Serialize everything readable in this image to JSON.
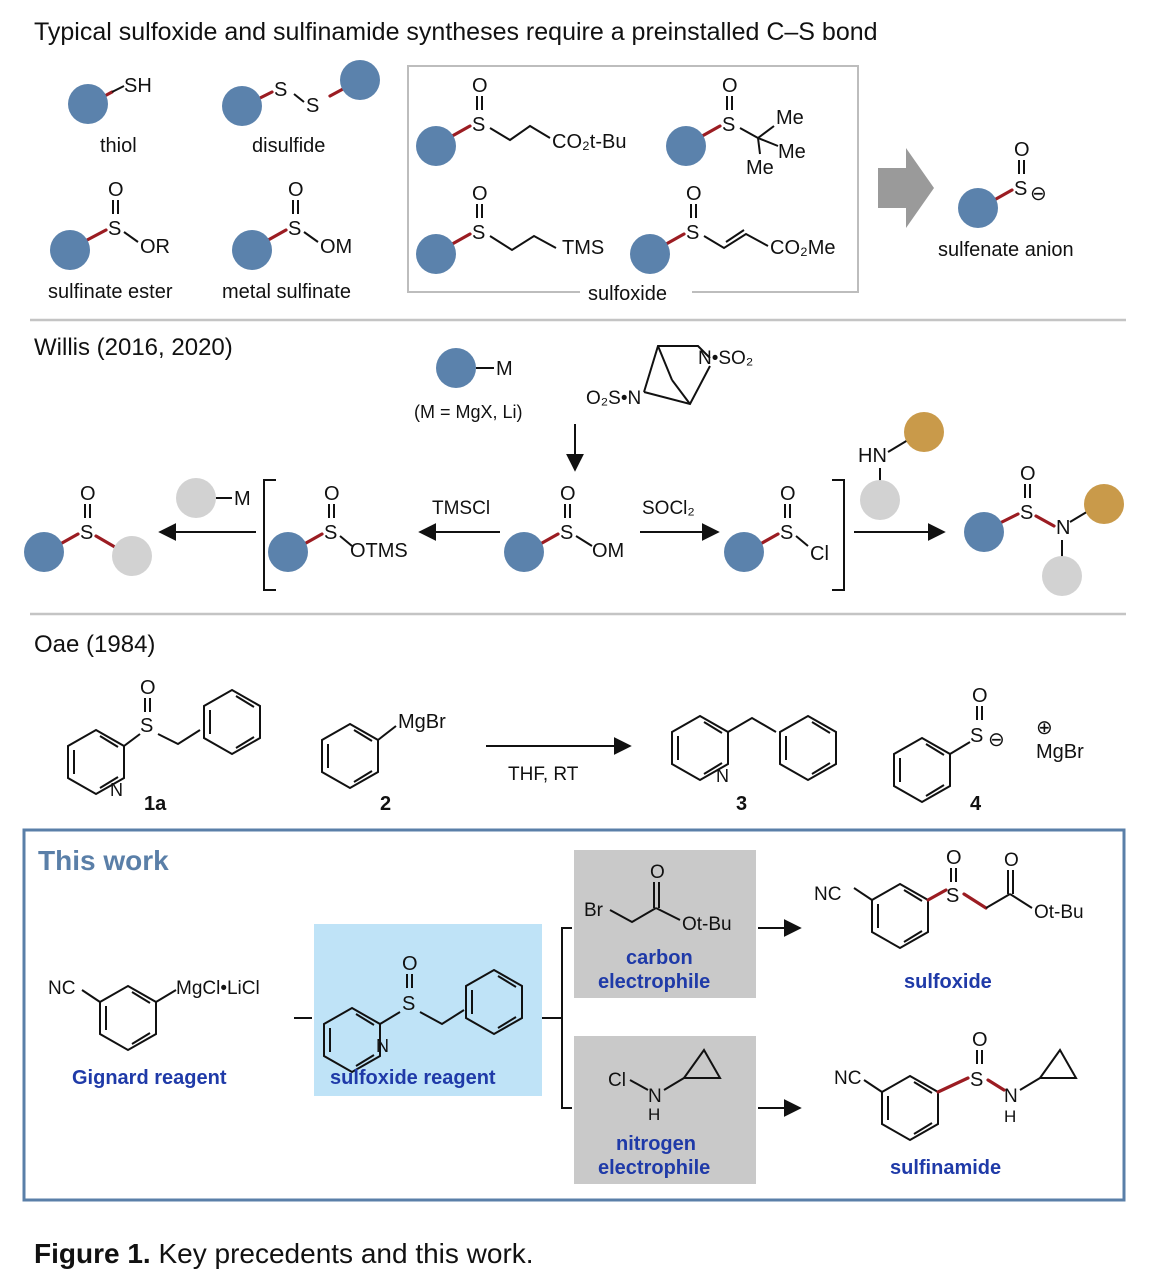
{
  "header": {
    "title": "Typical sulfoxide and sulfinamide syntheses require a preinstalled C–S bond"
  },
  "top": {
    "thiol": {
      "group": "SH",
      "label": "thiol"
    },
    "disulfide": {
      "s": "S",
      "label": "disulfide"
    },
    "sulfinate_ester": {
      "o": "O",
      "s": "S",
      "group": "OR",
      "label": "sulfinate ester"
    },
    "metal_sulfinate": {
      "o": "O",
      "s": "S",
      "group": "OM",
      "label": "metal sulfinate"
    },
    "sulfoxide_box": {
      "label": "sulfoxide",
      "o": "O",
      "s": "S",
      "ester1": "CO₂t-Bu",
      "me": "Me",
      "tms": "TMS",
      "ester2": "CO₂Me"
    },
    "sulfenate": {
      "o": "O",
      "s": "S",
      "charge": "⊖",
      "label": "sulfenate anion"
    }
  },
  "willis": {
    "title": "Willis (2016, 2020)",
    "organometallic": "M",
    "m_note": "(M = MgX, Li)",
    "dabso_top": "N•SO₂",
    "dabso_bottom": "O₂S•N",
    "tmscl": "TMSCl",
    "socl2": "SOCl₂",
    "o": "O",
    "s": "S",
    "n": "N",
    "om": "OM",
    "otms": "OTMS",
    "cl": "Cl",
    "hn": "HN"
  },
  "oae": {
    "title": "Oae (1984)",
    "cmpd_1a": "1a",
    "cmpd_2": "2",
    "cmpd_3": "3",
    "cmpd_4": "4",
    "mgbr": "MgBr",
    "conditions": "THF, RT",
    "n": "N",
    "o": "O",
    "s": "S",
    "charge_minus": "⊖",
    "charge_plus": "⊕"
  },
  "this_work": {
    "title": "This work",
    "grignard_label": "Gignard reagent",
    "grignard_group": "MgCl•LiCl",
    "nc": "NC",
    "sulfoxide_reagent_label": "sulfoxide reagent",
    "carbon_electrophile": [
      "carbon",
      "electrophile"
    ],
    "nitrogen_electrophile": [
      "nitrogen",
      "electrophile"
    ],
    "br": "Br",
    "cl": "Cl",
    "otbu": "Ot-Bu",
    "o": "O",
    "s": "S",
    "n": "N",
    "h": "H",
    "product_sulfoxide": "sulfoxide",
    "product_sulfinamide": "sulfinamide"
  },
  "caption": {
    "label": "Figure 1.",
    "text": " Key precedents and this work."
  },
  "colors": {
    "ball_blue": "#5b82ac",
    "ball_gray": "#d2d2d2",
    "ball_gold": "#c99a4a",
    "bond_red": "#9b1c22",
    "highlight_blue": "#bfe3f7",
    "box_gray": "#c9c9c9",
    "frame_blue": "#5a7fa8"
  }
}
